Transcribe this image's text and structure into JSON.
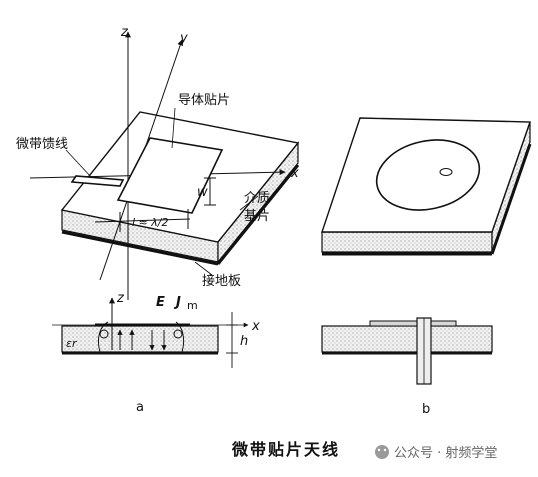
{
  "figure_a": {
    "sub_label": "a",
    "axis_z": "z",
    "axis_y": "y",
    "axis_x": "x",
    "label_conductor_patch": "导体贴片",
    "label_microstrip_feed": "微带馈线",
    "label_w": "w",
    "label_dielectric_1": "介质",
    "label_dielectric_2": "基片",
    "label_length": "l ≈ λ/2",
    "label_ground_plane": "接地板",
    "section": {
      "axis_z": "z",
      "label_E": "E",
      "label_J": "J",
      "label_J_sub": "m",
      "label_eps": "εr",
      "label_h": "h",
      "axis_x": "x"
    }
  },
  "figure_b": {
    "sub_label": "b"
  },
  "caption": "微带贴片天线",
  "watermark": "公众号 · 射频学堂"
}
